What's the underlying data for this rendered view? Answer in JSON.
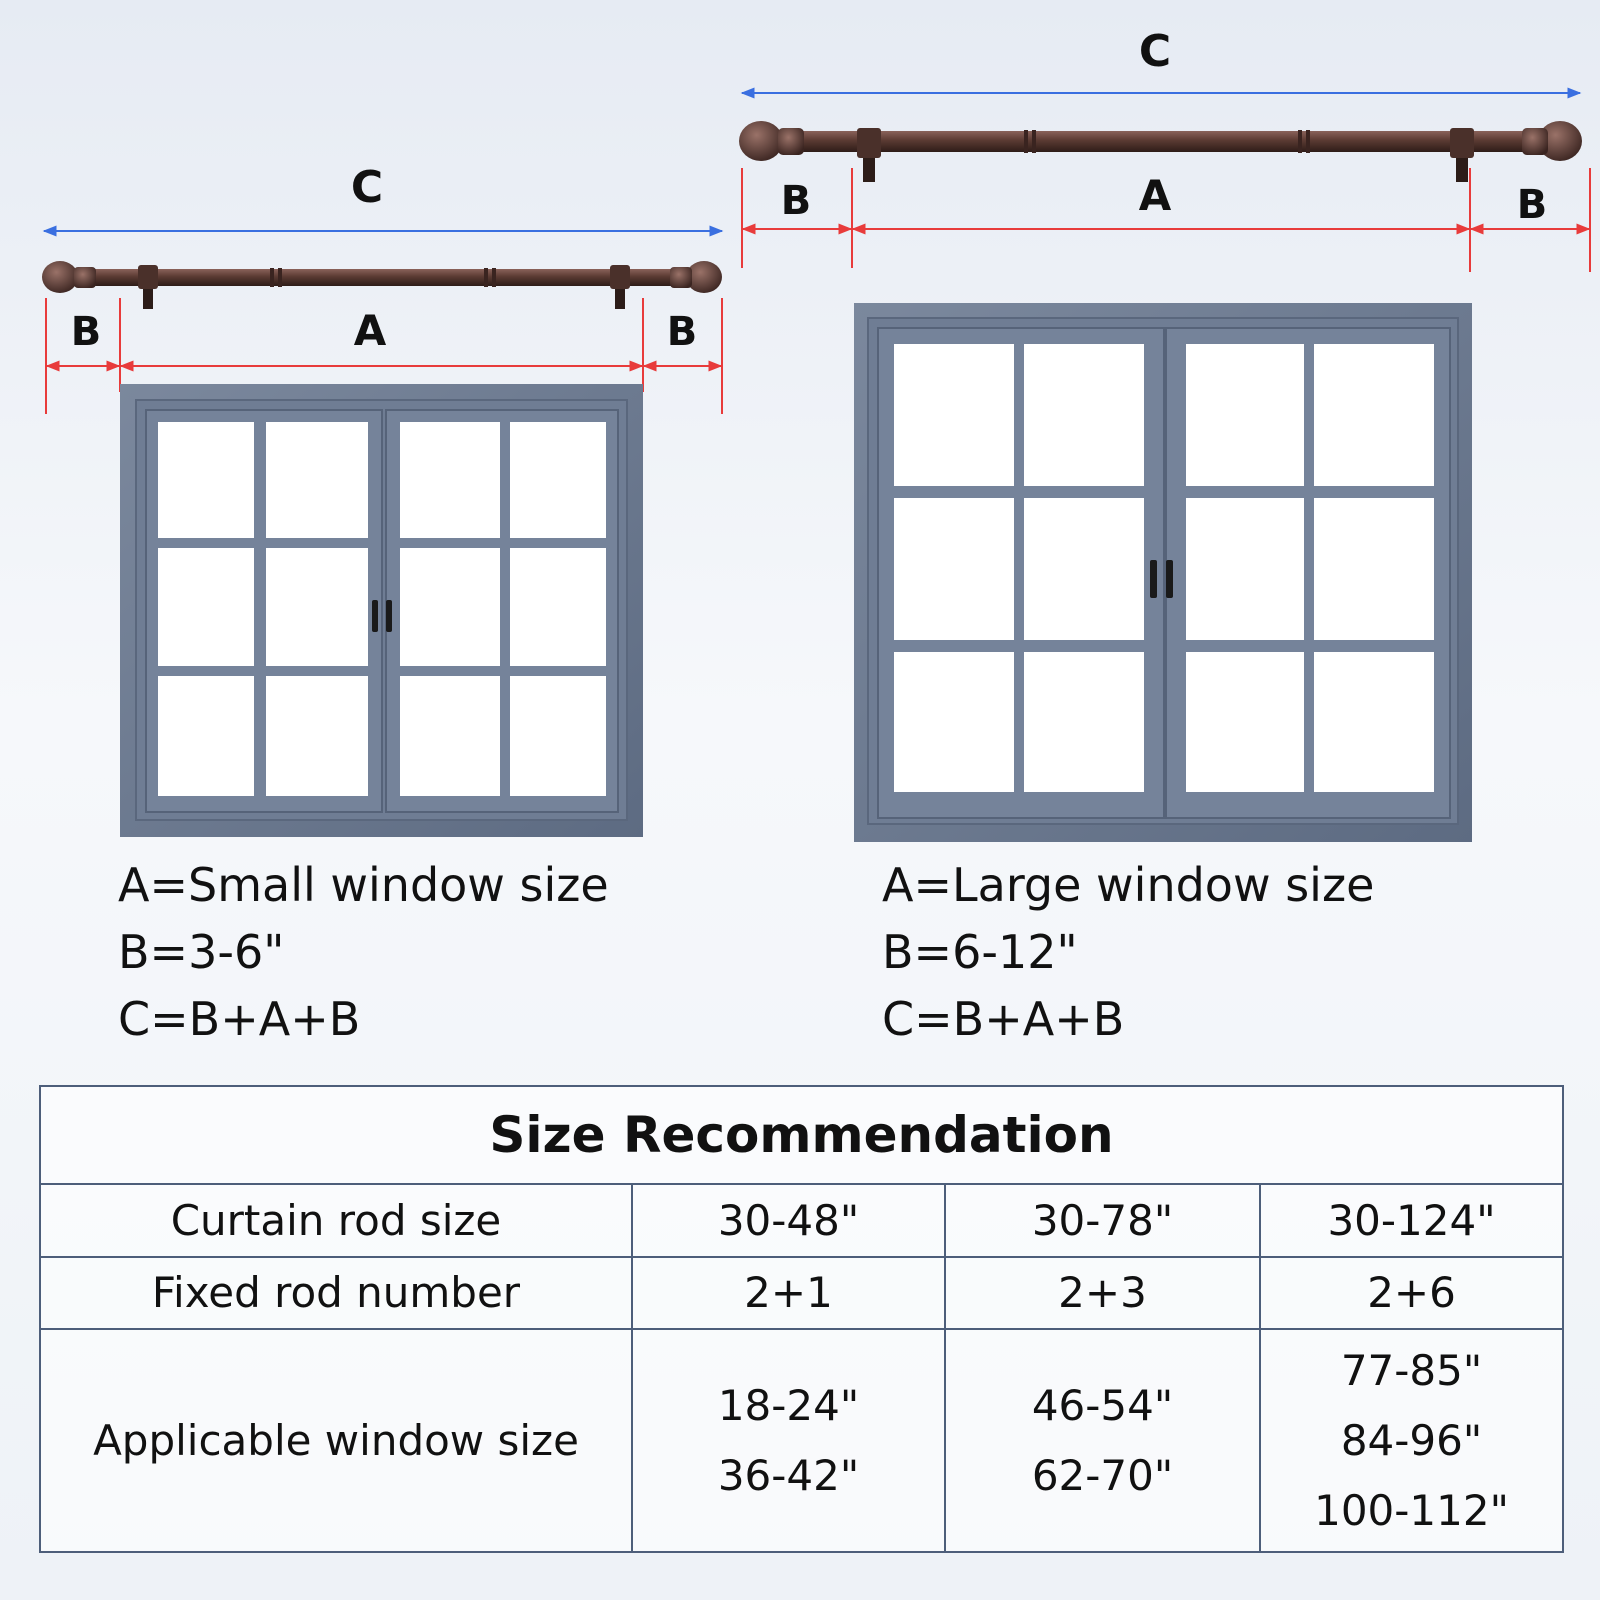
{
  "diagram": {
    "small": {
      "label_c": "C",
      "label_a": "A",
      "label_b": "B",
      "caption": [
        "A=Small window size",
        "B=3-6\"",
        "C=B+A+B"
      ]
    },
    "large": {
      "label_c": "C",
      "label_a": "A",
      "label_b": "B",
      "caption": [
        "A=Large window size",
        "B=6-12\"",
        "C=B+A+B"
      ]
    },
    "colors": {
      "c_arrow": "#3a6fe0",
      "ab_arrow": "#e83b3b",
      "rod": "#5a3a32",
      "window_frame": "#6c7a91",
      "window_glass": "#ffffff"
    }
  },
  "table": {
    "title": "Size Recommendation",
    "rows": [
      {
        "label": "Curtain rod size",
        "values": [
          "30-48\"",
          "30-78\"",
          "30-124\""
        ]
      },
      {
        "label": "Fixed rod number",
        "values": [
          "2+1",
          "2+3",
          "2+6"
        ]
      },
      {
        "label": "Applicable window size",
        "values": [
          [
            "18-24\"",
            "36-42\""
          ],
          [
            "46-54\"",
            "62-70\""
          ],
          [
            "77-85\"",
            "84-96\"",
            "100-112\""
          ]
        ]
      }
    ]
  }
}
